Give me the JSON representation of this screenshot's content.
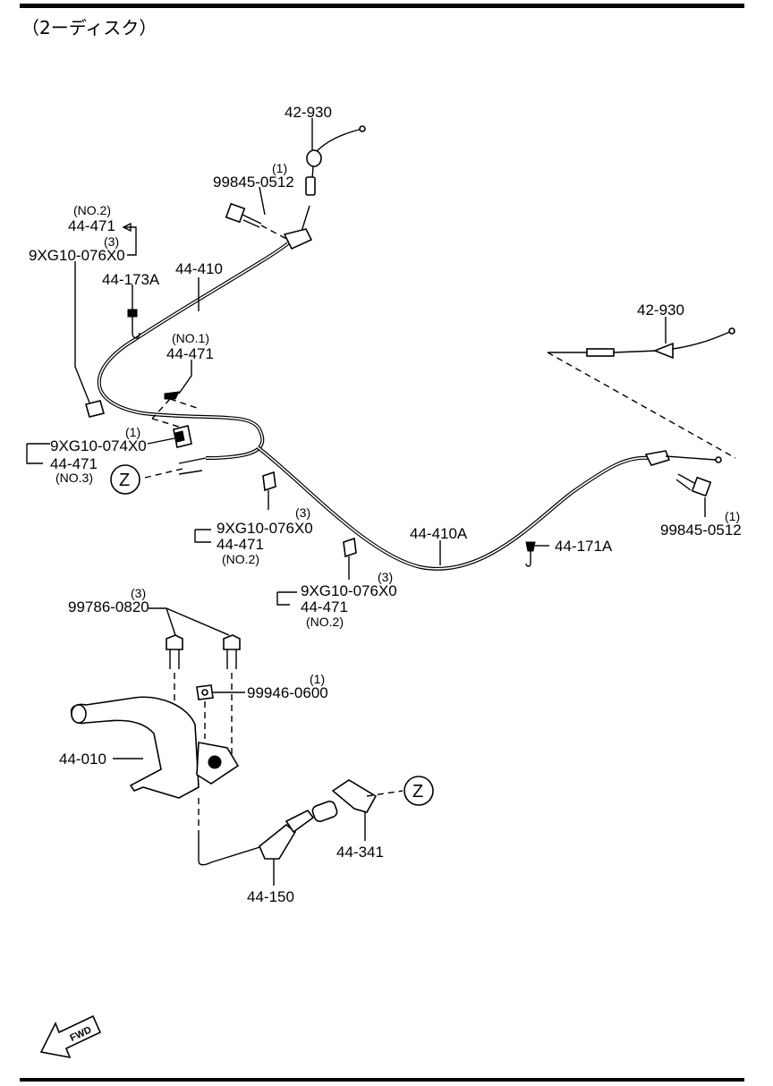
{
  "header": "（2ーディスク）",
  "callouts": {
    "c1": {
      "part": "42-930"
    },
    "c2": {
      "qty": "(1)",
      "part": "99845-0512"
    },
    "c3": {
      "no": "(NO.2)",
      "part": "44-471",
      "qty": "(3)",
      "part2": "9XG10-076X0"
    },
    "c4": {
      "part": "44-173A"
    },
    "c5": {
      "part": "44-410"
    },
    "c6": {
      "no": "(NO.1)",
      "part": "44-471"
    },
    "c7": {
      "qty": "(1)",
      "part": "9XG10-074X0",
      "part2": "44-471",
      "no": "(NO.3)"
    },
    "c8": {
      "part": "42-930"
    },
    "c9": {
      "qty": "(1)",
      "part": "99845-0512"
    },
    "c10": {
      "qty": "(3)",
      "part": "9XG10-076X0",
      "part2": "44-471",
      "no": "(NO.2)"
    },
    "c11": {
      "part": "44-410A"
    },
    "c12": {
      "part": "44-171A"
    },
    "c13": {
      "qty": "(3)",
      "part": "9XG10-076X0",
      "part2": "44-471",
      "no": "(NO.2)"
    },
    "c14": {
      "qty": "(3)",
      "part": "99786-0820"
    },
    "c15": {
      "qty": "(1)",
      "part": "99946-0600"
    },
    "c16": {
      "part": "44-010"
    },
    "c17": {
      "part": "44-341"
    },
    "c18": {
      "part": "44-150"
    }
  },
  "zone_markers": [
    "Z",
    "Z"
  ],
  "fwd_label": "FWD"
}
